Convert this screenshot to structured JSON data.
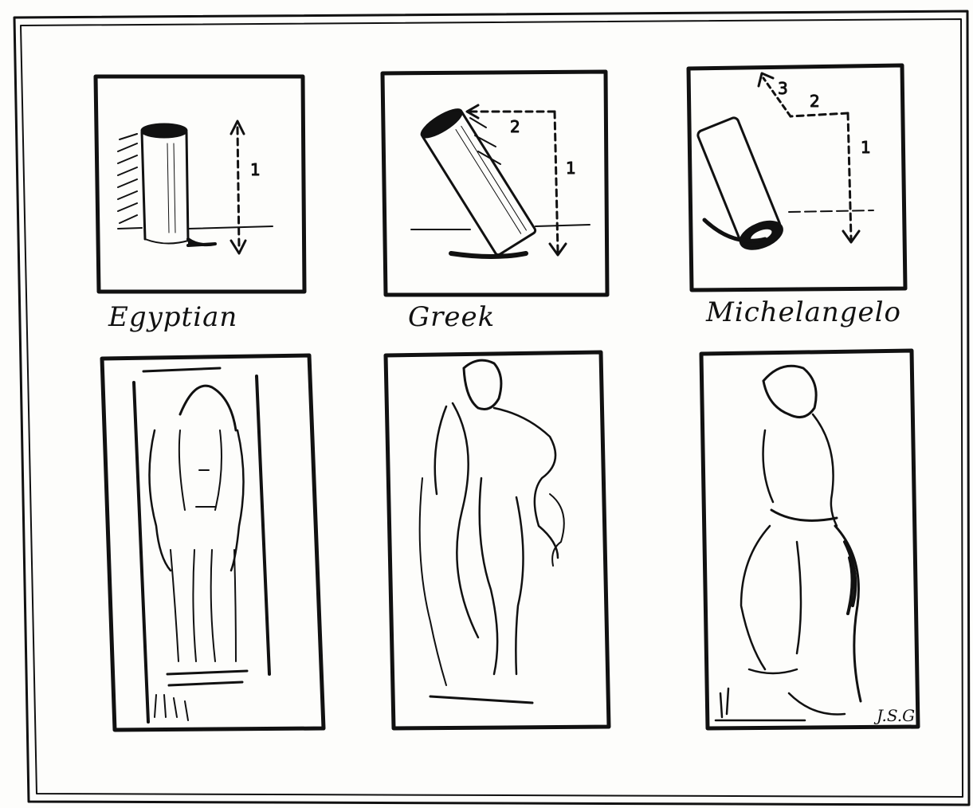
{
  "labels": {
    "egyptian": "Egyptian",
    "greek": "Greek",
    "michelangelo": "Michelangelo"
  },
  "diagram_numbers": {
    "egyptian": [
      "1"
    ],
    "greek": [
      "1",
      "2"
    ],
    "michelangelo": [
      "1",
      "2",
      "3"
    ]
  },
  "signature": "J.S.G",
  "colors": {
    "ink": "#111111",
    "paper": "#fdfdfb"
  }
}
